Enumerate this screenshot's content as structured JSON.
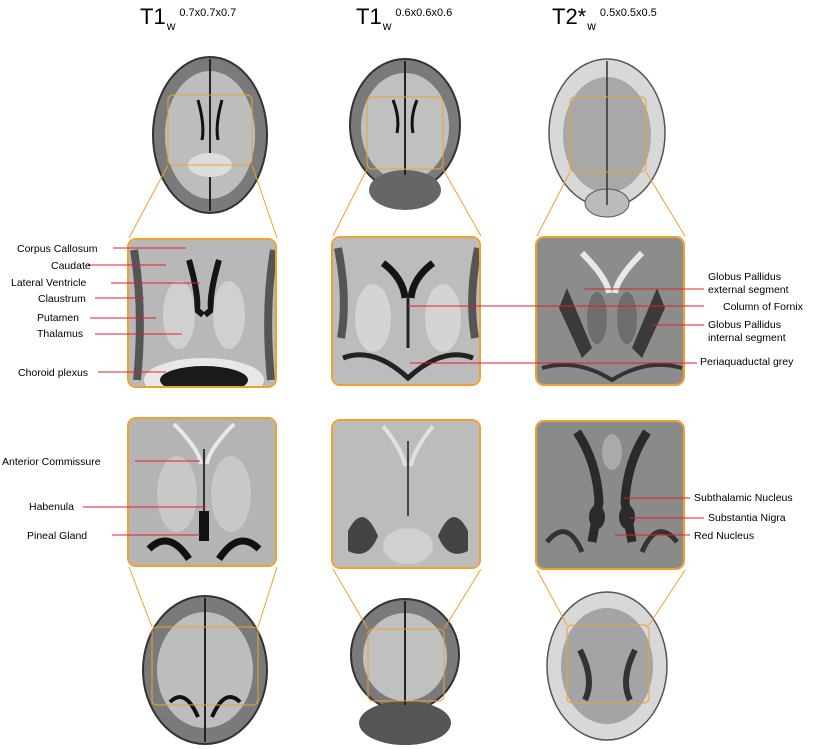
{
  "headers": [
    {
      "base": "T1",
      "sub": "w",
      "sup": "0.7x0.7x0.7"
    },
    {
      "base": "T1",
      "sub": "w",
      "sup": "0.6x0.6x0.6"
    },
    {
      "base": "T2*",
      "sub": "w",
      "sup": "0.5x0.5x0.5"
    }
  ],
  "labels_left_top": [
    "Corpus Callosum",
    "Caudate",
    "Lateral Ventricle",
    "Claustrum",
    "Putamen",
    "Thalamus",
    "Choroid plexus"
  ],
  "labels_right_top": [
    "Globus Pallidus",
    "external segment",
    "Column of Fornix",
    "Globus Pallidus",
    "internal segment",
    "Periaquaductal grey"
  ],
  "labels_left_bottom": [
    "Anterior Commissure",
    "Habenula",
    "Pineal Gland"
  ],
  "labels_right_bottom": [
    "Subthalamic Nucleus",
    "Substantia Nigra",
    "Red Nucleus"
  ],
  "colors": {
    "frame": "#f0a030",
    "pointer": "#e0202a",
    "tissue": "#8a8a8a"
  }
}
